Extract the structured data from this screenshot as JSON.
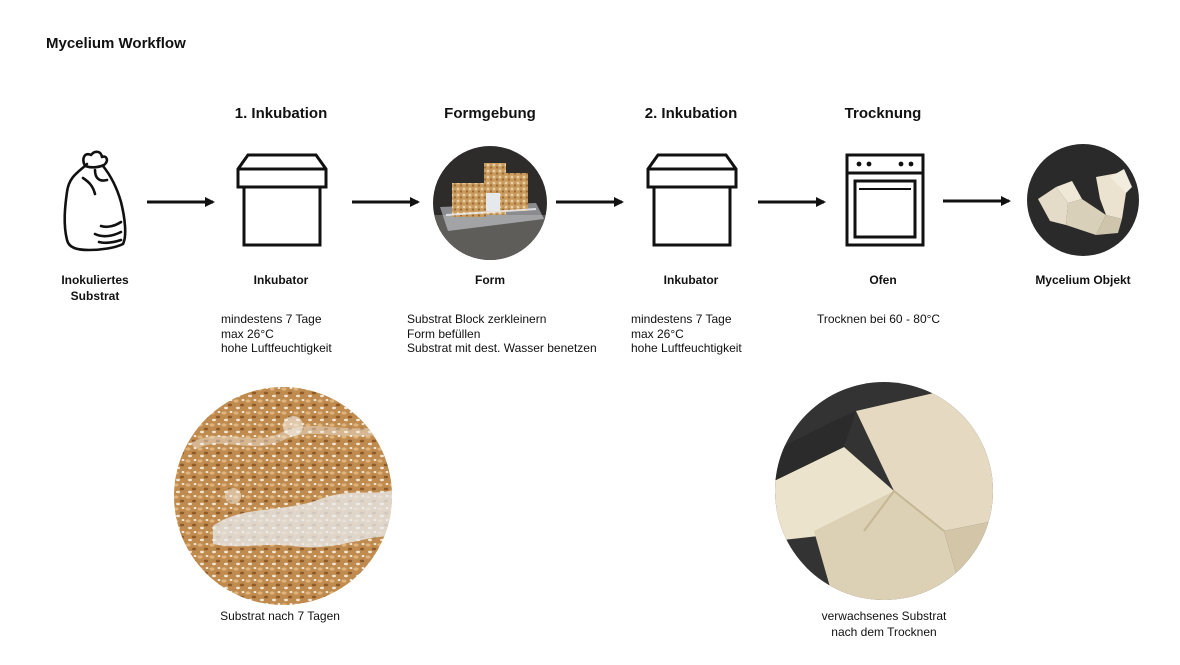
{
  "title": "Mycelium Workflow",
  "steps": [
    {
      "title": "",
      "label": "Inokuliertes\nSubstrat",
      "icon": "bag-icon",
      "details": []
    },
    {
      "title": "1. Inkubation",
      "label": "Inkubator",
      "icon": "incubator-box-icon",
      "details": [
        "mindestens 7 Tage",
        "max 26°C",
        "hohe Luftfeuchtigkeit"
      ]
    },
    {
      "title": "Formgebung",
      "label": "Form",
      "icon": "mold-photo",
      "details": [
        "Substrat Block zerkleinern",
        "Form befüllen",
        "Substrat mit dest. Wasser benetzen"
      ]
    },
    {
      "title": "2. Inkubation",
      "label": "Inkubator",
      "icon": "incubator-box-icon",
      "details": [
        "mindestens 7 Tage",
        "max 26°C",
        "hohe Luftfeuchtigkeit"
      ]
    },
    {
      "title": "Trocknung",
      "label": "Ofen",
      "icon": "oven-icon",
      "details": [
        "Trocknen bei 60 - 80°C"
      ]
    },
    {
      "title": "",
      "label": "Mycelium Objekt",
      "icon": "mycelium-object-photo",
      "details": []
    }
  ],
  "photos": [
    {
      "caption": "Substrat nach 7 Tagen",
      "icon": "substrate-photo"
    },
    {
      "caption": "verwachsenes Substrat\nnach dem Trocknen",
      "icon": "dried-substrate-photo"
    }
  ]
}
